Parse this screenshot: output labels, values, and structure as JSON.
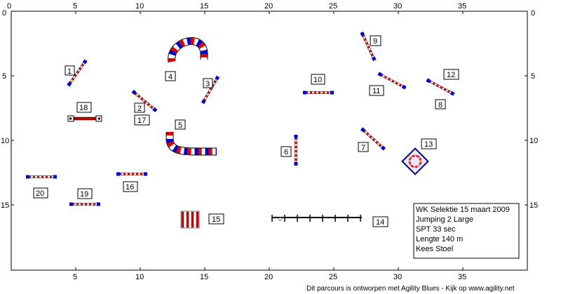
{
  "axis": {
    "top": [
      "0",
      "5",
      "10",
      "15",
      "20",
      "25",
      "30",
      "35"
    ],
    "bottom": [
      "5",
      "10",
      "15",
      "20",
      "25",
      "30",
      "35"
    ],
    "left": [
      "0",
      "5",
      "10",
      "15"
    ],
    "right": [
      "0",
      "5",
      "10",
      "15"
    ]
  },
  "obstacles": [
    {
      "id": "o1",
      "label": "1"
    },
    {
      "id": "o2",
      "label": "2"
    },
    {
      "id": "o3",
      "label": "3"
    },
    {
      "id": "o4",
      "label": "4"
    },
    {
      "id": "o5",
      "label": "5"
    },
    {
      "id": "o6",
      "label": "6"
    },
    {
      "id": "o7",
      "label": "7"
    },
    {
      "id": "o8",
      "label": "8"
    },
    {
      "id": "o9",
      "label": "9"
    },
    {
      "id": "o10",
      "label": "10"
    },
    {
      "id": "o11",
      "label": "11"
    },
    {
      "id": "o12",
      "label": "12"
    },
    {
      "id": "o13",
      "label": "13"
    },
    {
      "id": "o14",
      "label": "14"
    },
    {
      "id": "o15",
      "label": "15"
    },
    {
      "id": "o16",
      "label": "16"
    },
    {
      "id": "o17",
      "label": "17"
    },
    {
      "id": "o18",
      "label": "18"
    },
    {
      "id": "o19",
      "label": "19"
    },
    {
      "id": "o20",
      "label": "20"
    }
  ],
  "info": {
    "line1": "WK Selektie 15 maart 2009",
    "line2": "Jumping 2 Large",
    "line3": "SPT 33 sec",
    "line4": "Lengte 140 m",
    "line5": "Kees Stoel"
  },
  "footer": "Dit parcours is ontworpen met Agility Blues - Kijk op www.agility.net",
  "colors": {
    "red": "#e00000",
    "blue": "#0000cc",
    "navy": "#000080",
    "line": "#000000"
  }
}
